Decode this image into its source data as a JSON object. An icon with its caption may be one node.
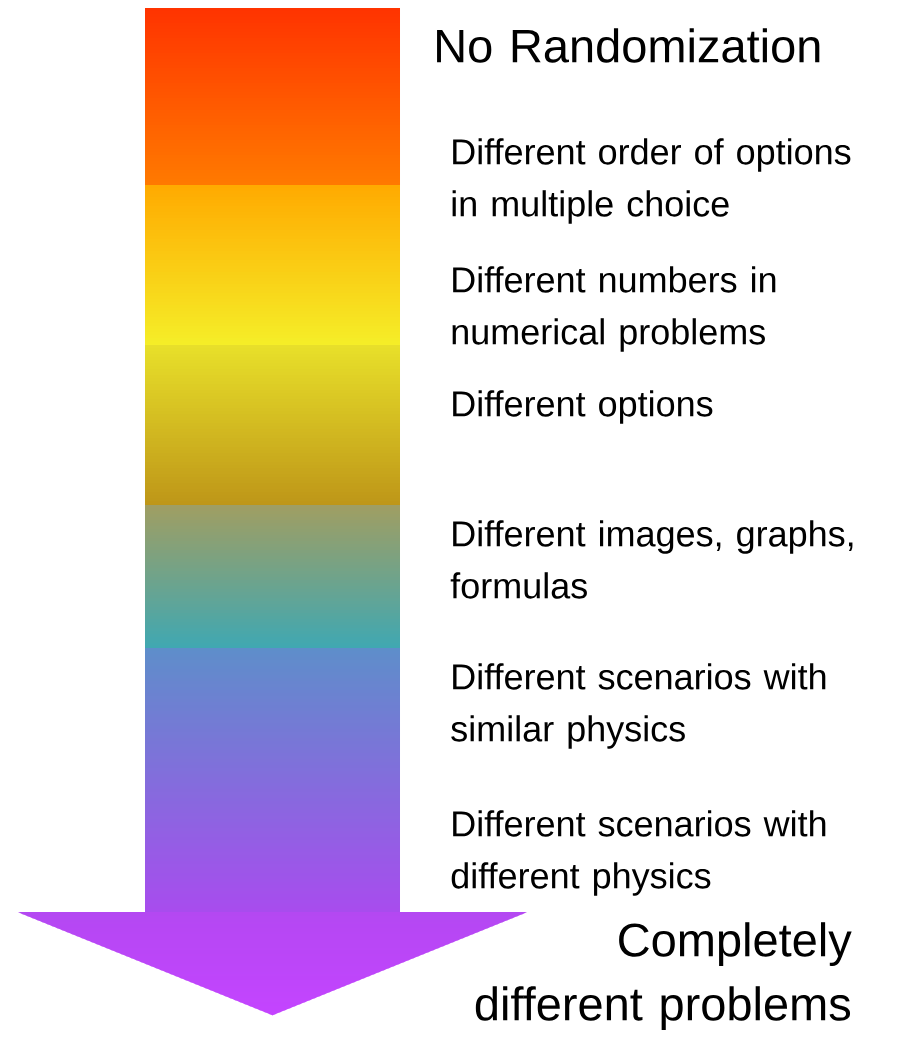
{
  "diagram": {
    "labels": [
      "No Randomization",
      "Different order of options in multiple choice",
      "Different numbers in numerical problems",
      "Different options",
      "Different images, graphs, formulas",
      "Different scenarios with similar physics",
      "Different scenarios with different physics",
      "Completely different problems"
    ]
  }
}
